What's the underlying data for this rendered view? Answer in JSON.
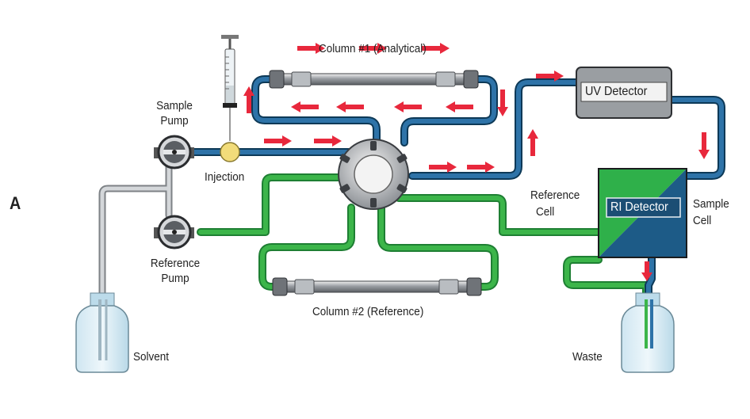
{
  "panel_letter": "A",
  "labels": {
    "column1": "Column #1 (Analytical)",
    "column2": "Column #2 (Reference)",
    "uv_detector": "UV Detector",
    "ri_detector": "RI Detector",
    "sample_pump": [
      "Sample",
      "Pump"
    ],
    "reference_pump": [
      "Reference",
      "Pump"
    ],
    "injection": "Injection",
    "reference_cell": [
      "Reference",
      "Cell"
    ],
    "sample_cell": [
      "Sample",
      "Cell"
    ],
    "solvent": "Solvent",
    "waste": "Waste"
  },
  "colors": {
    "analytical_line": "#1f5a86",
    "reference_line": "#3cb54a",
    "flow_arrow": "#e8283c",
    "solvent_line": "#c8cbcf",
    "uv_detector_box": "#8e9296",
    "ri_green": "#2fb04a",
    "ri_blue": "#1d5b87"
  }
}
